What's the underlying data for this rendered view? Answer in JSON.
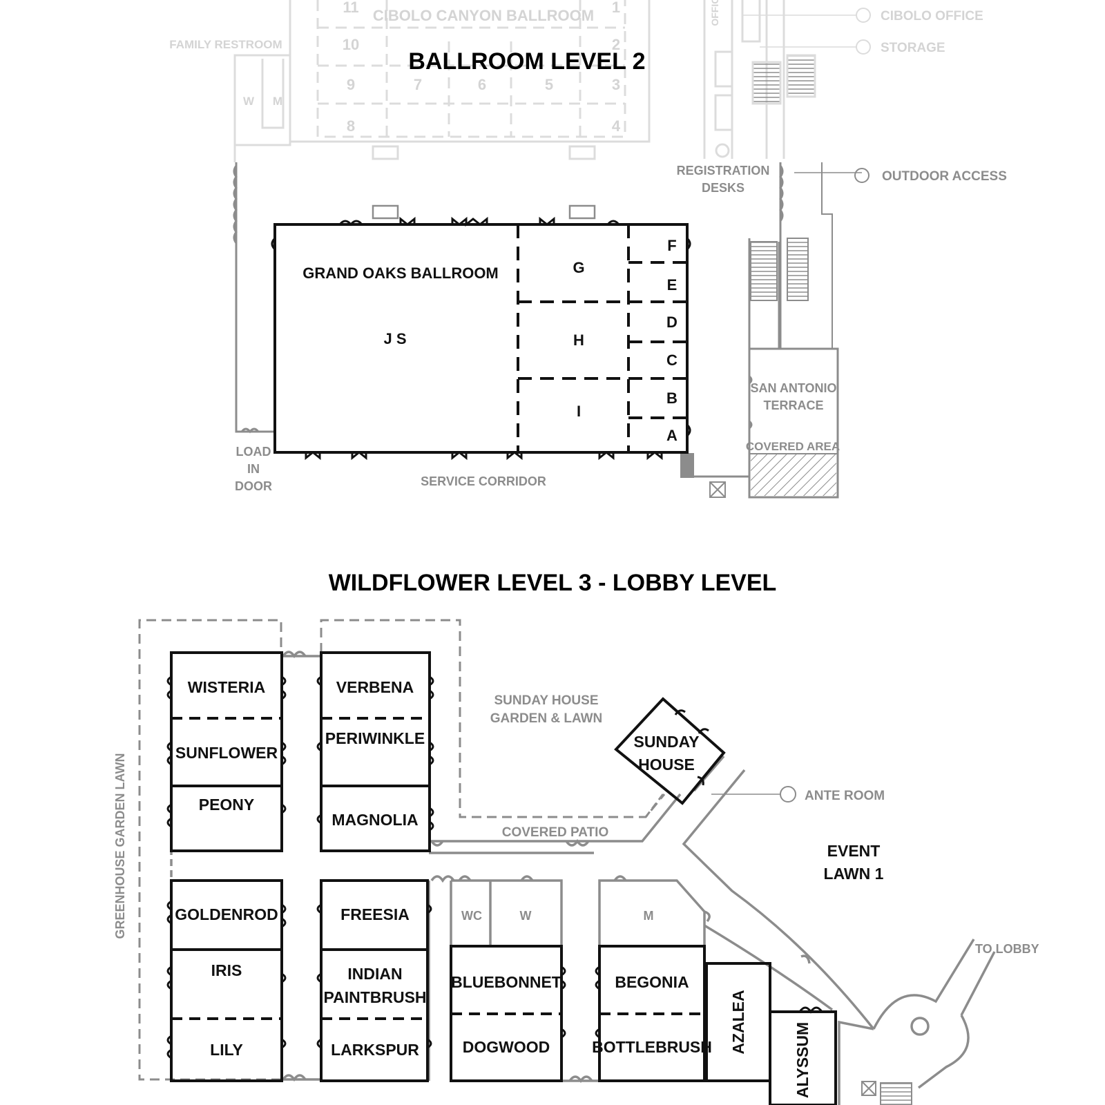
{
  "level2": {
    "title": "BALLROOM LEVEL 2",
    "upper": {
      "ballroom": "CIBOLO CANYON BALLROOM",
      "family_restroom": "FAMILY RESTROOM",
      "women": "W",
      "men": "M",
      "office": "OFFICE",
      "sections": [
        "11",
        "10",
        "9",
        "8",
        "7",
        "6",
        "5",
        "1",
        "2",
        "3",
        "4"
      ]
    },
    "callouts": {
      "cibolo_office": "CIBOLO OFFICE",
      "storage": "STORAGE",
      "outdoor_access": "OUTDOOR ACCESS"
    },
    "registration": [
      "REGISTRATION",
      "DESKS"
    ],
    "ballroom": {
      "name": "GRAND OAKS BALLROOM",
      "js": "J S",
      "g": "G",
      "h": "H",
      "i": "I",
      "f": "F",
      "e": "E",
      "d": "D",
      "c": "C",
      "b": "B",
      "a": "A"
    },
    "terrace": [
      "SAN ANTONIO",
      "TERRACE"
    ],
    "covered_area": "COVERED AREA",
    "load_in": [
      "LOAD",
      "IN",
      "DOOR"
    ],
    "service_corridor": "SERVICE CORRIDOR"
  },
  "level3": {
    "title": "WILDFLOWER LEVEL 3 - LOBBY LEVEL",
    "rooms": {
      "wisteria": "WISTERIA",
      "sunflower": "SUNFLOWER",
      "peony": "PEONY",
      "verbena": "VERBENA",
      "periwinkle": "PERIWINKLE",
      "magnolia": "MAGNOLIA",
      "goldenrod": "GOLDENROD",
      "iris": "IRIS",
      "lily": "LILY",
      "freesia": "FREESIA",
      "indian_paintbrush": [
        "INDIAN",
        "PAINTBRUSH"
      ],
      "larkspur": "LARKSPUR",
      "bluebonnet": "BLUEBONNET",
      "dogwood": "DOGWOOD",
      "begonia": "BEGONIA",
      "bottlebrush": "BOTTLEBRUSH",
      "azalea": "AZALEA",
      "alyssum": "ALYSSUM",
      "sunday_house": [
        "SUNDAY",
        "HOUSE"
      ]
    },
    "restrooms": {
      "wc": "WC",
      "w": "W",
      "m": "M"
    },
    "areas": {
      "sunday_house_garden": [
        "SUNDAY HOUSE",
        "GARDEN & LAWN"
      ],
      "covered_patio": "COVERED PATIO",
      "greenhouse_lawn": "GREENHOUSE GARDEN LAWN",
      "ante_room": "ANTE ROOM",
      "event_lawn": [
        "EVENT",
        "LAWN 1"
      ],
      "to_lobby": "TO LOBBY"
    }
  }
}
